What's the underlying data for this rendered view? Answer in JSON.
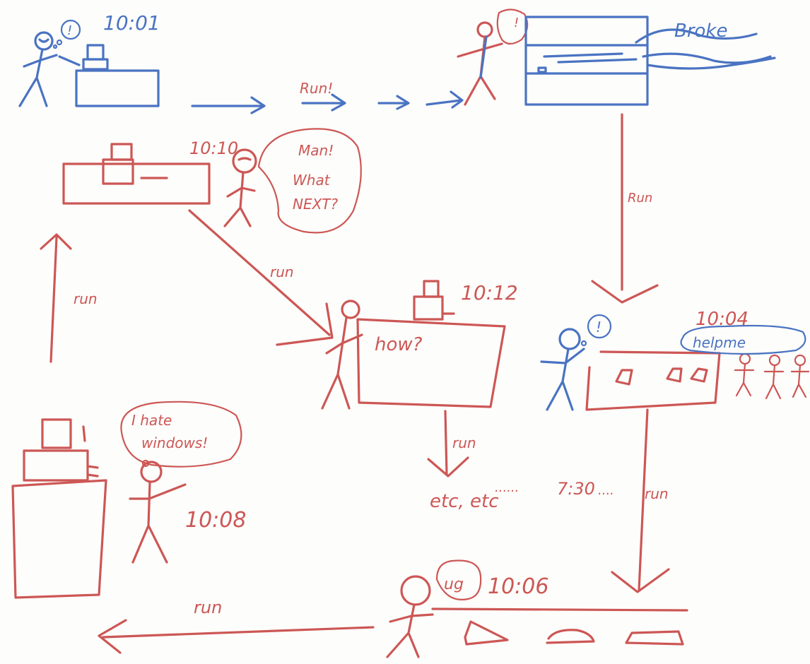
{
  "times": {
    "t1001": "10:01",
    "t1010": "10:10",
    "t1012": "10:12",
    "t1004": "10:04",
    "t1008": "10:08",
    "t1006": "10:06",
    "t730": "7:30"
  },
  "labels": {
    "broke": "Broke",
    "run_excl": "Run!",
    "run_cap": "Run",
    "run": "run",
    "man_line1": "Man!",
    "man_line2": "What",
    "man_line3": "NEXT?",
    "how": "how?",
    "helpme": "helpme",
    "hate_line1": "I hate",
    "hate_line2": "windows!",
    "etc": "etc, etc",
    "dots_left": "......",
    "dots_right": "....",
    "ug": "ug",
    "exclaim": "!"
  },
  "colors": {
    "blue": "#4a73c2",
    "red": "#cc5755"
  }
}
